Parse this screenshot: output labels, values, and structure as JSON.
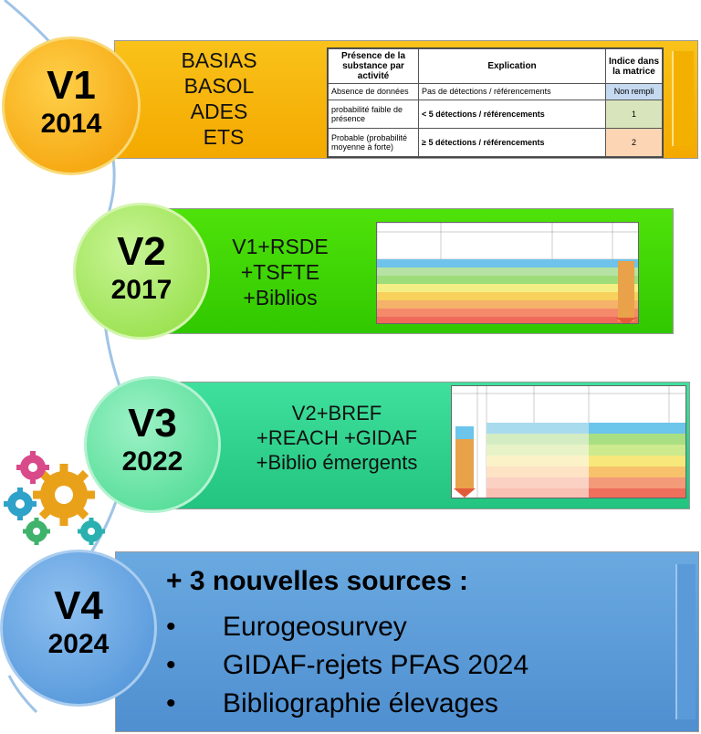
{
  "v1": {
    "version": "V1",
    "year": "2014",
    "sources": [
      "BASIAS",
      "BASOL",
      "ADES",
      "ETS"
    ],
    "table": {
      "headers": [
        "Présence de la substance par activité",
        "Explication",
        "Indice dans la matrice"
      ],
      "rows": [
        {
          "presence": "Absence de données",
          "explication": "Pas de détections / référencements",
          "indice": "Non rempli",
          "color": "#c5d9f1"
        },
        {
          "presence": "probabilité faible de présence",
          "explication": "< 5 détections / référencements",
          "indice": "1",
          "color": "#d8e4bc"
        },
        {
          "presence": "Probable (probabilité moyenne à forte)",
          "explication": "≥ 5 détections / référencements",
          "indice": "2",
          "color": "#fcd5b4"
        }
      ]
    }
  },
  "v2": {
    "version": "V2",
    "year": "2017",
    "sources": [
      "V1+RSDE",
      "+TSFTE",
      "+Biblios"
    ]
  },
  "v3": {
    "version": "V3",
    "year": "2022",
    "sources": [
      "V2+BREF",
      "+REACH +GIDAF",
      "+Biblio émergents"
    ]
  },
  "v4": {
    "version": "V4",
    "year": "2024",
    "heading": "+ 3 nouvelles sources :",
    "bullets": [
      "Eurogeosurvey",
      "GIDAF-rejets PFAS 2024",
      "Bibliographie élevages"
    ]
  },
  "colors": {
    "v1_band": "#f7b400",
    "v1_circle": "#f6a800",
    "v2_band": "#3fd800",
    "v2_circle": "#a2e85a",
    "v3_band": "#2ed08e",
    "v3_circle": "#62e3a2",
    "v4_band": "#5b9bd5",
    "v4_circle": "#5fa0e0"
  },
  "icons": {
    "gears": "gears-icon"
  }
}
